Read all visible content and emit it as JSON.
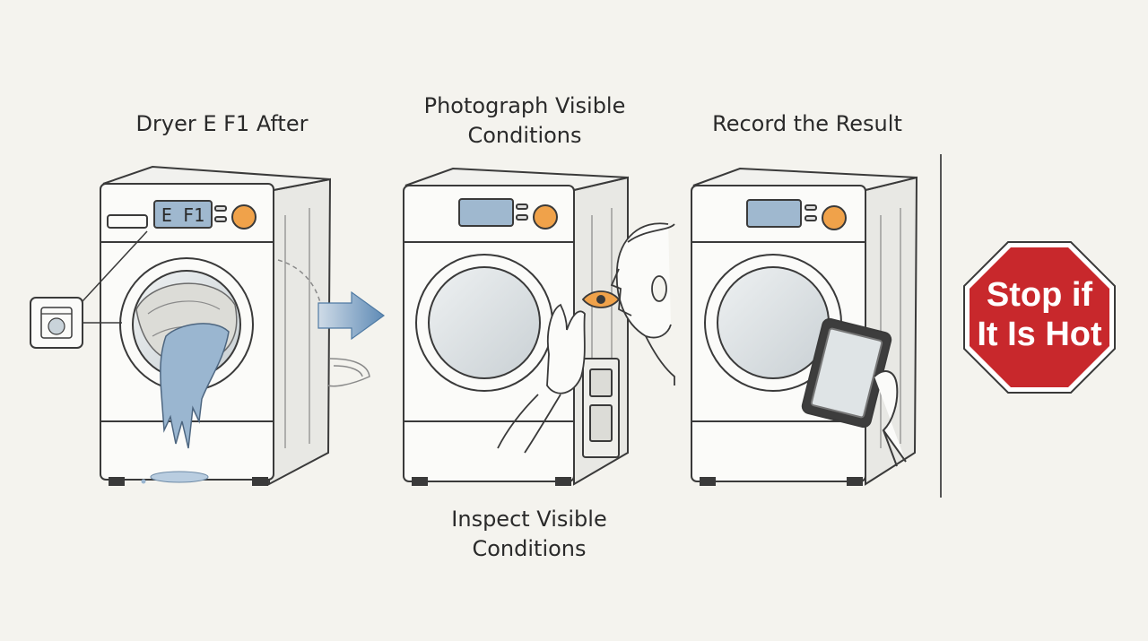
{
  "steps": [
    {
      "caption_lines": [
        "Dryer E F1 After"
      ]
    },
    {
      "caption_lines": [
        "Photograph Visible",
        "Conditions"
      ]
    },
    {
      "caption_lines": [
        "Record the Result"
      ]
    },
    {
      "caption_lines": [
        "Inspect Visible",
        "Conditions"
      ]
    }
  ],
  "display_code": "E F1",
  "stop_sign": {
    "lines": [
      "Stop if",
      "It Is Hot"
    ],
    "color": "#c8282c"
  },
  "colors": {
    "background": "#f4f3ee",
    "outline": "#3a3a3a",
    "knob": "#f0a24a",
    "display": "#9fb8cf",
    "water": "#8fb0cc",
    "arrow": "#6f97bd"
  }
}
